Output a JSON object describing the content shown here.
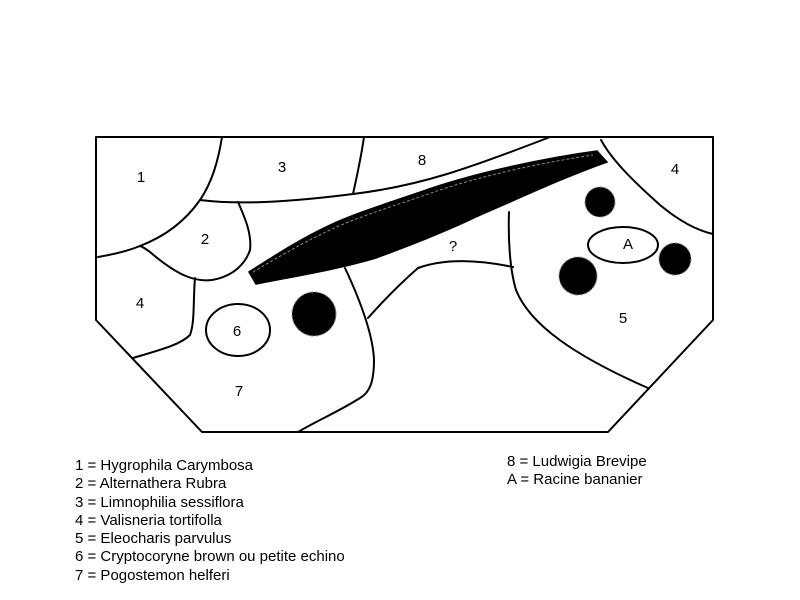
{
  "diagram": {
    "labels": {
      "z1": "1",
      "z2": "2",
      "z3": "3",
      "z4_left": "4",
      "z4_right": "4",
      "z5": "5",
      "z6": "6",
      "z7": "7",
      "z8": "8",
      "zA": "A",
      "z_unknown": "?"
    }
  },
  "legend": {
    "left": [
      "1 = Hygrophila Carymbosa",
      "2 = Alternathera Rubra",
      "3 = Limnophilia sessiflora",
      "4 = Valisneria tortifolla",
      "5 = Eleocharis parvulus",
      "6 = Cryptocoryne brown ou petite echino",
      "7 = Pogostemon helferi"
    ],
    "right": [
      "8 = Ludwigia Brevipe",
      "A = Racine bananier"
    ]
  }
}
